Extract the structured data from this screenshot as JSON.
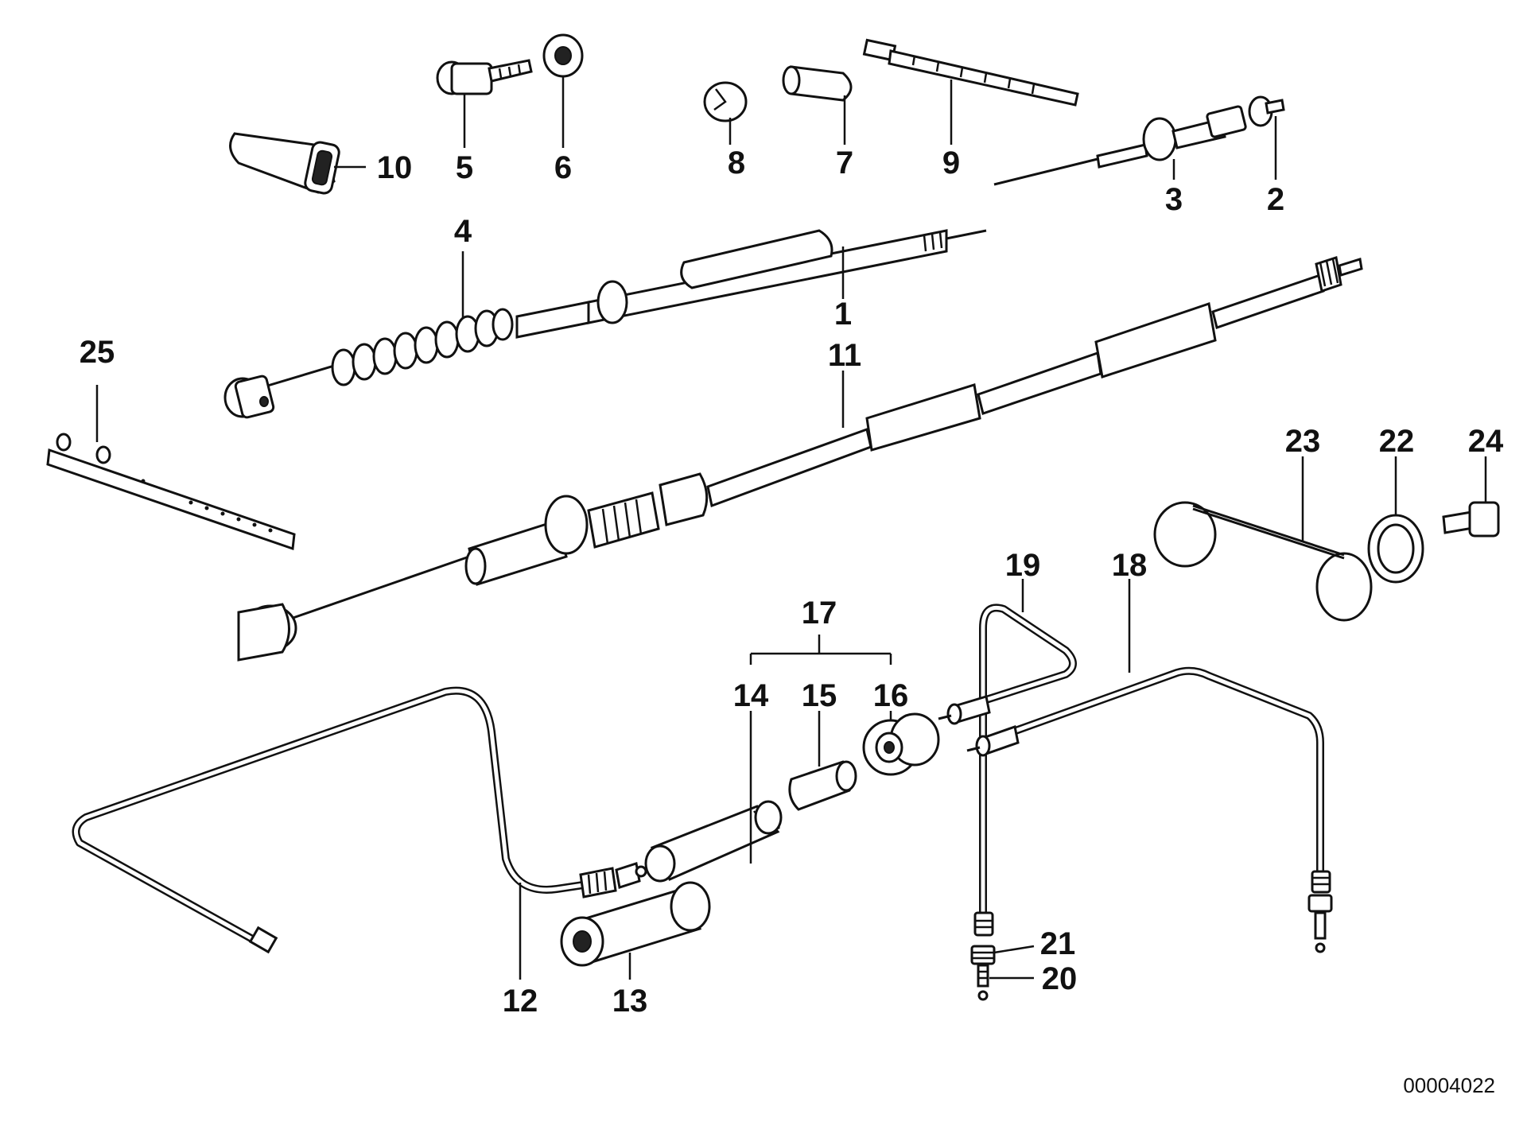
{
  "diagram": {
    "reference_number": "00004022",
    "callouts": [
      "1",
      "2",
      "3",
      "4",
      "5",
      "6",
      "7",
      "8",
      "9",
      "10",
      "11",
      "12",
      "13",
      "14",
      "15",
      "16",
      "17",
      "18",
      "19",
      "20",
      "21",
      "22",
      "23",
      "24",
      "25"
    ]
  }
}
